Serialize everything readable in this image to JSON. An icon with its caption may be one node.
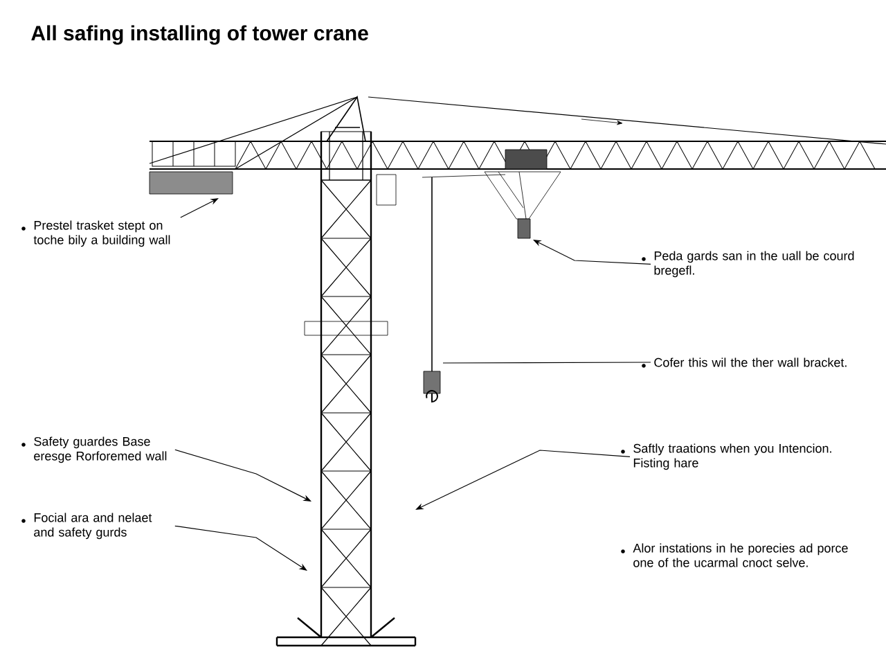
{
  "diagram": {
    "title": "All safing installing of tower crane",
    "nodes": [
      {
        "text": [
          "Prestel trasket stept on toche bily a building wall"
        ]
      },
      {
        "text": [
          "Peda gards san in the uall be courd bregefl."
        ]
      },
      {
        "text": [
          "Cofer this wil the ther wall bracket."
        ]
      },
      {
        "text": [
          "Safety guardes Base eresge Rorforemed wall"
        ]
      },
      {
        "text": [
          "Focial ara and nelaet and safety gurds"
        ]
      },
      {
        "text": [
          "Saftly traations when you Intencion. Fisting hare"
        ]
      }
    ],
    "edges": [
      {
        "from": 0,
        "to": null,
        "arrow": "to"
      },
      {
        "from": 1,
        "to": null,
        "arrow": "to"
      },
      {
        "from": 2,
        "to": null,
        "arrow": "none"
      },
      {
        "from": 3,
        "to": null,
        "arrow": "to"
      },
      {
        "from": 4,
        "to": null,
        "arrow": "to"
      },
      {
        "from": 5,
        "to": null,
        "arrow": "to"
      }
    ],
    "labels": [
      "Alor instations in he porecies ad porce one of the ucarmal cnoct selve."
    ]
  }
}
